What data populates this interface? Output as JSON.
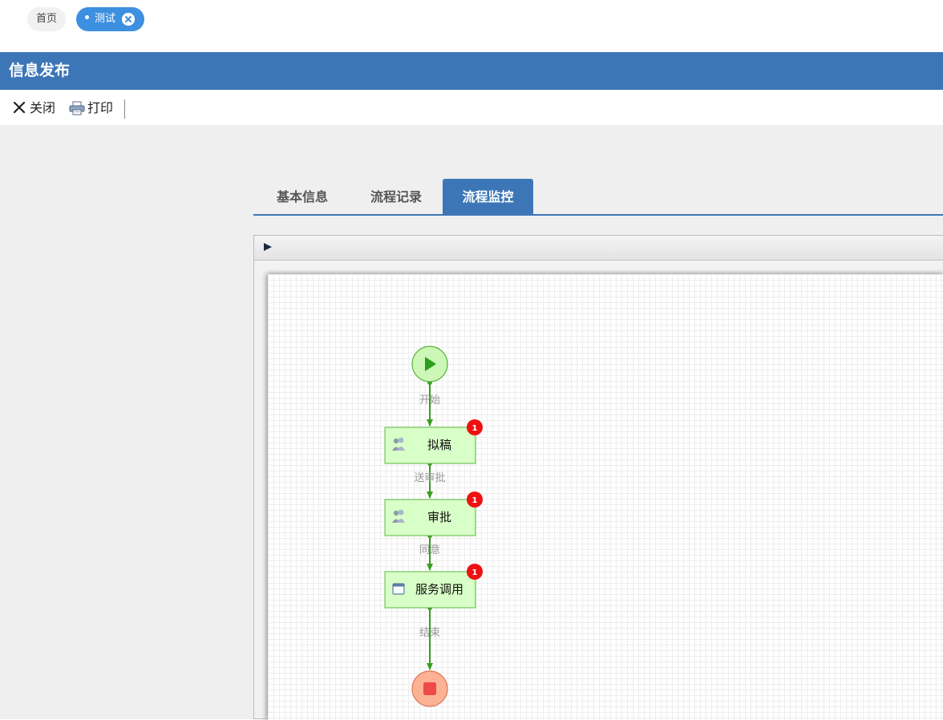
{
  "top_tabs": {
    "home": "首页",
    "active": "测试"
  },
  "header": {
    "title": "信息发布"
  },
  "toolbar": {
    "close_label": "关闭",
    "print_label": "打印"
  },
  "tabs": [
    {
      "label": "基本信息",
      "active": false
    },
    {
      "label": "流程记录",
      "active": false
    },
    {
      "label": "流程监控",
      "active": true
    }
  ],
  "workflow": {
    "nodes": {
      "draft": {
        "label": "拟稿",
        "badge": "1",
        "icon": "users-icon"
      },
      "approve": {
        "label": "审批",
        "badge": "1",
        "icon": "users-icon"
      },
      "service": {
        "label": "服务调用",
        "badge": "1",
        "icon": "window-icon"
      }
    },
    "edges": {
      "start": "开始",
      "send_approve": "送审批",
      "agree": "同意",
      "end": "结束"
    }
  },
  "colors": {
    "header_bg": "#3c76b7",
    "active_tab": "#3d8fe0",
    "node_fill": "#d9ffc8",
    "node_stroke": "#5ab741",
    "edge": "#3a9e22",
    "badge": "#ee1111",
    "start_fill": "#cdf7b6",
    "end_fill": "#fdb296"
  }
}
